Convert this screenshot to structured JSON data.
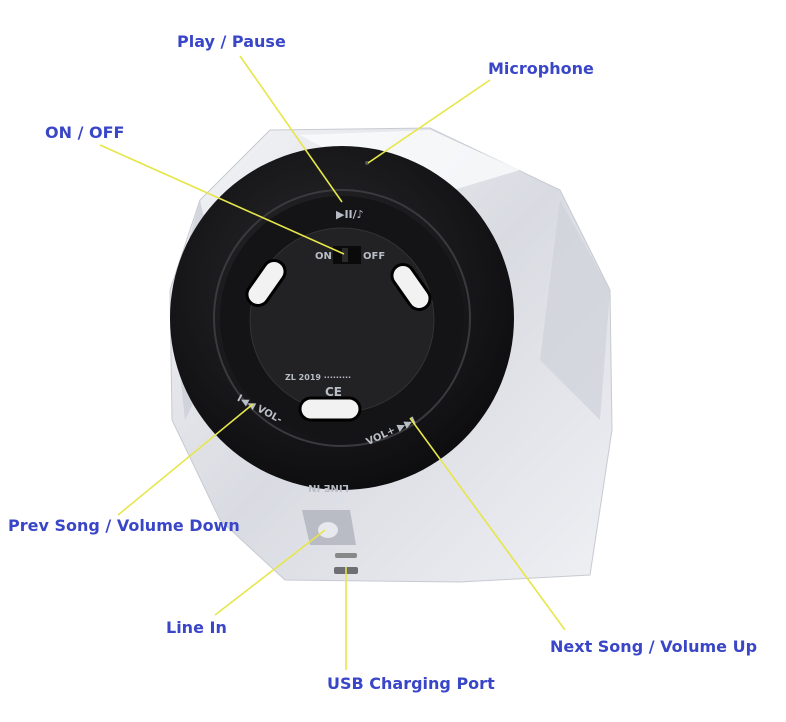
{
  "callouts": {
    "play_pause": "Play / Pause",
    "microphone": "Microphone",
    "on_off": "ON / OFF",
    "prev_song": "Prev Song / Volume Down",
    "line_in": "Line In",
    "next_song": "Next Song / Volume Up",
    "usb_port": "USB Charging Port"
  },
  "device_markings": {
    "on": "ON",
    "off": "OFF",
    "vol_down": "VOL-",
    "vol_up": "VOL+",
    "line_in": "LINE IN",
    "play_symbol": "▶II/♪",
    "prev_symbol": "I◀◀",
    "next_symbol": "▶▶I",
    "ce": "CE"
  },
  "colors": {
    "label": "#3a46c8",
    "leader_line": "#e6e64a",
    "body": "#e4e6ec",
    "face": "#1b1b1d"
  }
}
